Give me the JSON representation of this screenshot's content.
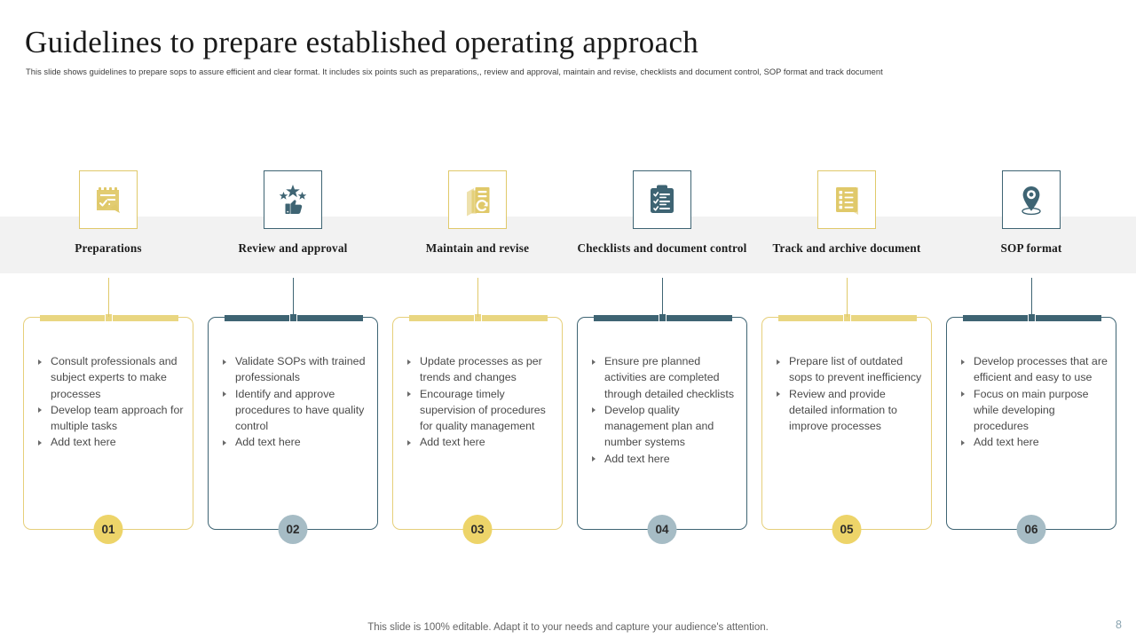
{
  "header": {
    "title": "Guidelines to prepare established operating approach",
    "subtitle": "This slide shows guidelines to prepare sops to assure efficient and clear format. It includes six points such as preparations,, review and approval, maintain and revise, checklists and document control, SOP  format and track document"
  },
  "theme": {
    "yellow": "#e0c96a",
    "yellow_bar": "#e9d681",
    "yellow_badge": "#edd469",
    "blue": "#3e6473",
    "blue_badge": "#a6bcc5",
    "band_grey": "#f2f2f2",
    "body_text": "#4a4a4a"
  },
  "steps": [
    {
      "number": "01",
      "label": "Preparations",
      "accent": "yellow",
      "icon": "notepad-pen-icon",
      "bullets": [
        "Consult professionals and subject experts to make processes",
        "Develop team approach for multiple tasks",
        "Add text here"
      ]
    },
    {
      "number": "02",
      "label": "Review and approval",
      "accent": "blue",
      "icon": "thumbs-up-stars-icon",
      "bullets": [
        "Validate SOPs with trained professionals",
        "Identify and approve procedures to have quality control",
        "Add text here"
      ]
    },
    {
      "number": "03",
      "label": "Maintain and revise",
      "accent": "yellow",
      "icon": "documents-refresh-icon",
      "bullets": [
        "Update processes as per trends and changes",
        "Encourage timely supervision of procedures for quality management",
        "Add text here"
      ]
    },
    {
      "number": "04",
      "label": "Checklists and document control",
      "accent": "blue",
      "icon": "clipboard-check-icon",
      "bullets": [
        "Ensure pre planned activities are completed through detailed checklists",
        "Develop quality management plan and number systems",
        "Add text here"
      ]
    },
    {
      "number": "05",
      "label": "Track and archive document",
      "accent": "yellow",
      "icon": "notebook-list-icon",
      "bullets": [
        "Prepare list of outdated sops to prevent inefficiency",
        "Review and provide detailed information to improve processes"
      ]
    },
    {
      "number": "06",
      "label": "SOP format",
      "accent": "blue",
      "icon": "location-pin-icon",
      "bullets": [
        "Develop processes that are efficient and easy to use",
        "Focus on main purpose while developing procedures",
        "Add text here"
      ]
    }
  ],
  "footer": {
    "note": "This slide is 100% editable. Adapt it to your needs and capture your audience's attention.",
    "page_number": "8"
  }
}
